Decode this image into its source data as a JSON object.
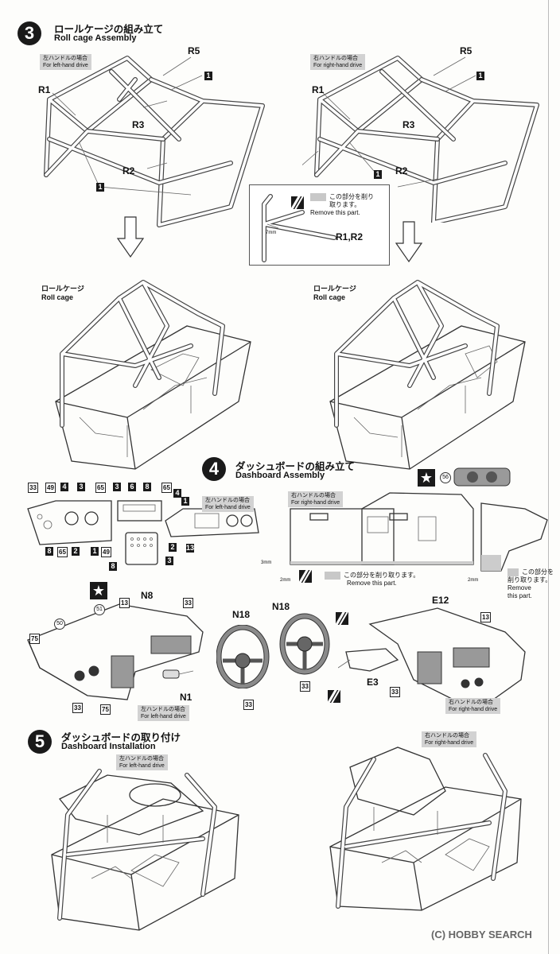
{
  "step3": {
    "number": "3",
    "title_jp": "ロールケージの組み立て",
    "title_en": "Roll cage Assembly",
    "left": {
      "note_jp": "左ハンドルの場合",
      "note_en": "For left-hand drive"
    },
    "right": {
      "note_jp": "右ハンドルの場合",
      "note_en": "For right-hand drive"
    },
    "labels": {
      "r1": "R1",
      "r2": "R2",
      "r3": "R3",
      "r5": "R5",
      "r1r2": "R1,R2"
    },
    "step_ref": "1",
    "remove_jp_1": "この部分を削り",
    "remove_jp_2": "取ります。",
    "remove_en": "Remove this part.",
    "dim": "7mm",
    "result_jp": "ロールケージ",
    "result_en": "Roll cage"
  },
  "step4": {
    "number": "4",
    "title_jp": "ダッシュボードの組み立て",
    "title_en": "Dashboard Assembly",
    "panel_top_numbers": [
      "33",
      "49",
      "4",
      "3",
      "65",
      "3",
      "6",
      "8",
      "65",
      "4",
      "1"
    ],
    "panel_bottom_numbers": [
      "8",
      "65",
      "2",
      "1",
      "49"
    ],
    "panel_misc": {
      "c2": "2",
      "c8": "8",
      "c3": "3",
      "c13": "13"
    },
    "lhd_note_jp": "左ハンドルの場合",
    "lhd_note_en": "For left-hand drive",
    "rhd_note_jp": "右ハンドルの場合",
    "rhd_note_en": "For right-hand drive",
    "decal_56": "56",
    "dim_3mm": "3mm",
    "dim_2mm_a": "2mm",
    "dim_2mm_b": "2mm",
    "remove_jp": "この部分を削り取ります。",
    "remove_en": "Remove this part.",
    "remove2_jp_1": "この部分を",
    "remove2_jp_2": "削り取ります。",
    "remove2_en_1": "Remove",
    "remove2_en_2": "this part.",
    "left_dash": {
      "n8": "N8",
      "c13": "13",
      "c33": "33",
      "d51": "51",
      "d50": "50",
      "c75a": "75",
      "c33b": "33",
      "c75b": "75",
      "n1": "N1",
      "note_jp": "左ハンドルの場合",
      "note_en": "For left-hand drive"
    },
    "wheel1": {
      "n18": "N18",
      "c33": "33"
    },
    "wheel2": {
      "n18": "N18",
      "c33": "33"
    },
    "right_dash": {
      "e12": "E12",
      "c13": "13",
      "e3": "E3",
      "c33": "33",
      "note_jp": "右ハンドルの場合",
      "note_en": "For right-hand drive"
    }
  },
  "step5": {
    "number": "5",
    "title_jp": "ダッシュボードの取り付け",
    "title_en": "Dashboard Installation",
    "left_note_jp": "左ハンドルの場合",
    "left_note_en": "For left-hand drive",
    "right_note_jp": "右ハンドルの場合",
    "right_note_en": "For right-hand drive"
  },
  "watermark": "(C) HOBBY SEARCH",
  "icons": [
    "arrow-down-icon",
    "star-icon",
    "knife-icon"
  ]
}
